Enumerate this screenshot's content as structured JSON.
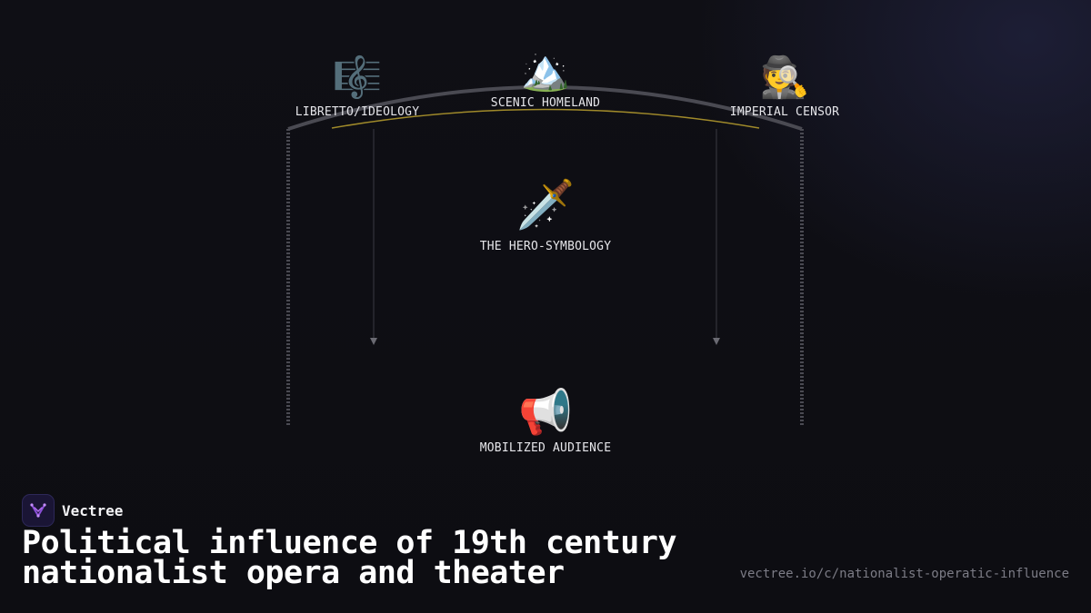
{
  "diagram": {
    "nodes": {
      "libretto": {
        "icon": "🎼",
        "icon_name": "musical-score-icon",
        "label": "LIBRETTO/IDEOLOGY"
      },
      "homeland": {
        "icon": "🏔️",
        "icon_name": "mountain-icon",
        "label": "SCENIC HOMELAND"
      },
      "censor": {
        "icon": "🕵️",
        "icon_name": "detective-icon",
        "label": "IMPERIAL CENSOR"
      },
      "hero": {
        "icon": "🗡️",
        "icon_name": "dagger-icon",
        "label": "THE HERO-SYMBOLOGY"
      },
      "audience": {
        "icon": "📢",
        "icon_name": "megaphone-icon",
        "label": "MOBILIZED AUDIENCE"
      }
    },
    "colors": {
      "arch": "#4a4a52",
      "accent_arc": "#a08a2a",
      "connector": "#3a3a42",
      "arrow": "#6a6a72"
    }
  },
  "footer": {
    "brand": "Vectree",
    "brand_color": "#8b4fd8",
    "title": "Political influence of 19th century nationalist opera and theater",
    "url": "vectree.io/c/nationalist-operatic-influence"
  }
}
